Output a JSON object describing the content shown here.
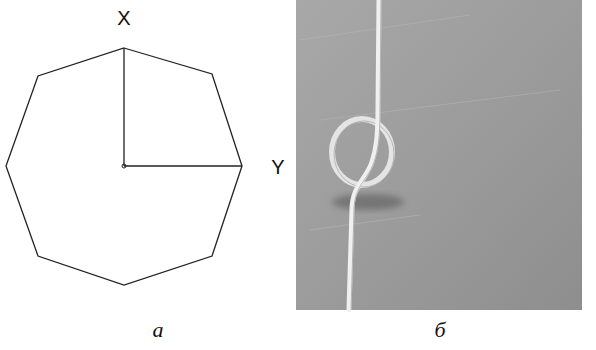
{
  "diagram": {
    "labels": [
      "X",
      "Y",
      "а",
      "б"
    ]
  }
}
